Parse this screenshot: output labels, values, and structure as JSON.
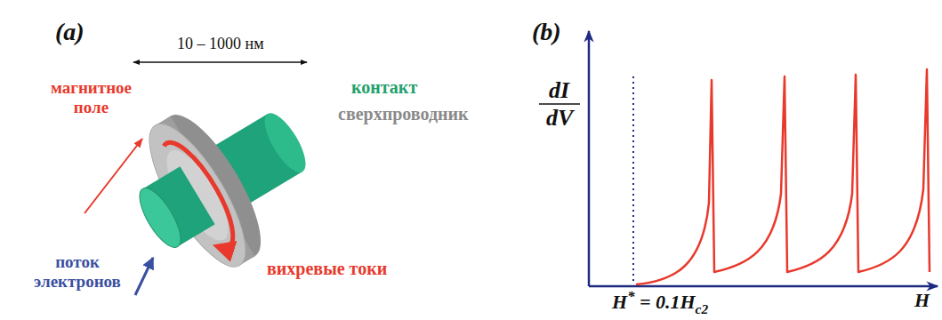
{
  "diagram": {
    "labels": [
      "(a)",
      "10 – 1000 нм",
      "магнитное поле",
      "контакт",
      "сверхпроводник",
      "поток электронов",
      "вихревые токи",
      "(b)",
      "dI",
      "dV",
      "H* = 0.1Hc2",
      "H"
    ]
  }
}
